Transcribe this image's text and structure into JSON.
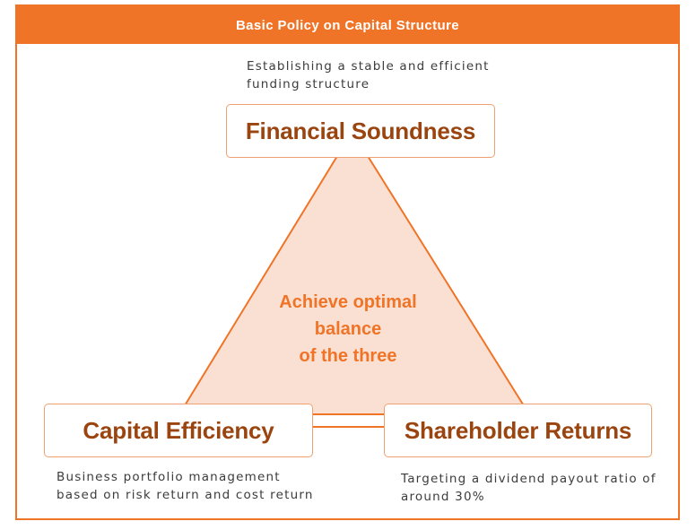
{
  "header": {
    "title": "Basic Policy on Capital Structure"
  },
  "center": {
    "lines": [
      "Achieve optimal",
      "balance",
      "of the three"
    ]
  },
  "nodes": {
    "top": {
      "label": "Financial Soundness",
      "description": [
        "Establishing a stable and efficient",
        "funding structure"
      ]
    },
    "left": {
      "label": "Capital Efficiency",
      "description": [
        "Business portfolio management",
        "based on risk return and cost return"
      ]
    },
    "right": {
      "label": "Shareholder Returns",
      "description": [
        "Targeting a dividend payout ratio of",
        "around 30%"
      ]
    }
  },
  "colors": {
    "accent": "#f07427",
    "triangle_fill": "#fae0d2",
    "box_text": "#9a4410",
    "box_border": "#f0a070"
  }
}
